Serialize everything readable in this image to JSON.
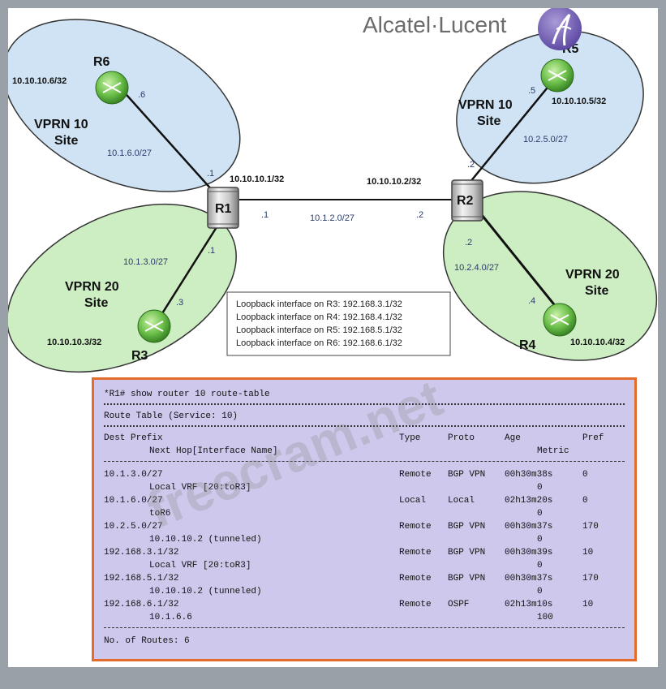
{
  "brand": {
    "name": "Alcatel·Lucent"
  },
  "routers": {
    "r1": {
      "name": "R1",
      "system_ip": "10.10.10.1/32"
    },
    "r2": {
      "name": "R2",
      "system_ip": "10.10.10.2/32"
    },
    "r3": {
      "name": "R3",
      "system_ip": "10.10.10.3/32"
    },
    "r4": {
      "name": "R4",
      "system_ip": "10.10.10.4/32"
    },
    "r5": {
      "name": "R5",
      "system_ip": "10.10.10.5/32"
    },
    "r6": {
      "name": "R6",
      "system_ip": "10.10.10.6/32"
    }
  },
  "sites": {
    "r6_site": {
      "line1": "VPRN 10",
      "line2": "Site"
    },
    "r3_site": {
      "line1": "VPRN 20",
      "line2": "Site"
    },
    "r5_site": {
      "line1": "VPRN 10",
      "line2": "Site"
    },
    "r4_site": {
      "line1": "VPRN 20",
      "line2": "Site"
    }
  },
  "links": {
    "r1_r2": {
      "subnet": "10.1.2.0/27",
      "r1_if": ".1",
      "r2_if": ".2"
    },
    "r1_r6": {
      "subnet": "10.1.6.0/27",
      "r1_if": ".1",
      "r6_if": ".6"
    },
    "r1_r3": {
      "subnet": "10.1.3.0/27",
      "r1_if": ".1",
      "r3_if": ".3"
    },
    "r2_r5": {
      "subnet": "10.2.5.0/27",
      "r2_if": ".2",
      "r5_if": ".5"
    },
    "r2_r4": {
      "subnet": "10.2.4.0/27",
      "r2_if": ".2",
      "r4_if": ".4"
    }
  },
  "loopbacks": [
    "Loopback interface on R3: 192.168.3.1/32",
    "Loopback interface on R4: 192.168.4.1/32",
    "Loopback interface on R5: 192.168.5.1/32",
    "Loopback interface on R6: 192.168.6.1/32"
  ],
  "watermark": "freecram.net",
  "cli": {
    "command": "*R1# show router 10 route-table",
    "table_title": "Route Table (Service: 10)",
    "headers": {
      "dest": "Dest Prefix",
      "next_hop": "Next Hop[Interface Name]",
      "type": "Type",
      "proto": "Proto",
      "age": "Age",
      "pref": "Pref",
      "metric": "Metric"
    },
    "routes": [
      {
        "dest": "10.1.3.0/27",
        "type": "Remote",
        "proto": "BGP VPN",
        "age": "00h30m38s",
        "pref": "0",
        "next_hop": "Local VRF [20:toR3]",
        "metric": "0"
      },
      {
        "dest": "10.1.6.0/27",
        "type": "Local",
        "proto": "Local",
        "age": "02h13m20s",
        "pref": "0",
        "next_hop": "toR6",
        "metric": "0"
      },
      {
        "dest": "10.2.5.0/27",
        "type": "Remote",
        "proto": "BGP VPN",
        "age": "00h30m37s",
        "pref": "170",
        "next_hop": "10.10.10.2 (tunneled)",
        "metric": "0"
      },
      {
        "dest": "192.168.3.1/32",
        "type": "Remote",
        "proto": "BGP VPN",
        "age": "00h30m39s",
        "pref": "10",
        "next_hop": "Local VRF [20:toR3]",
        "metric": "0"
      },
      {
        "dest": "192.168.5.1/32",
        "type": "Remote",
        "proto": "BGP VPN",
        "age": "00h30m37s",
        "pref": "170",
        "next_hop": "10.10.10.2 (tunneled)",
        "metric": "0"
      },
      {
        "dest": "192.168.6.1/32",
        "type": "Remote",
        "proto": "OSPF",
        "age": "02h13m10s",
        "pref": "10",
        "next_hop": "10.1.6.6",
        "metric": "100"
      }
    ],
    "footer": "No. of Routes: 6"
  },
  "colors": {
    "vprn10_site": "#cfe3f5",
    "vprn20_site": "#cdeec3",
    "router_ce": "#6cc04a",
    "cli_bg": "#cec9ec",
    "cli_border": "#e56b2c",
    "brand_logo": "#6e5ab0"
  }
}
